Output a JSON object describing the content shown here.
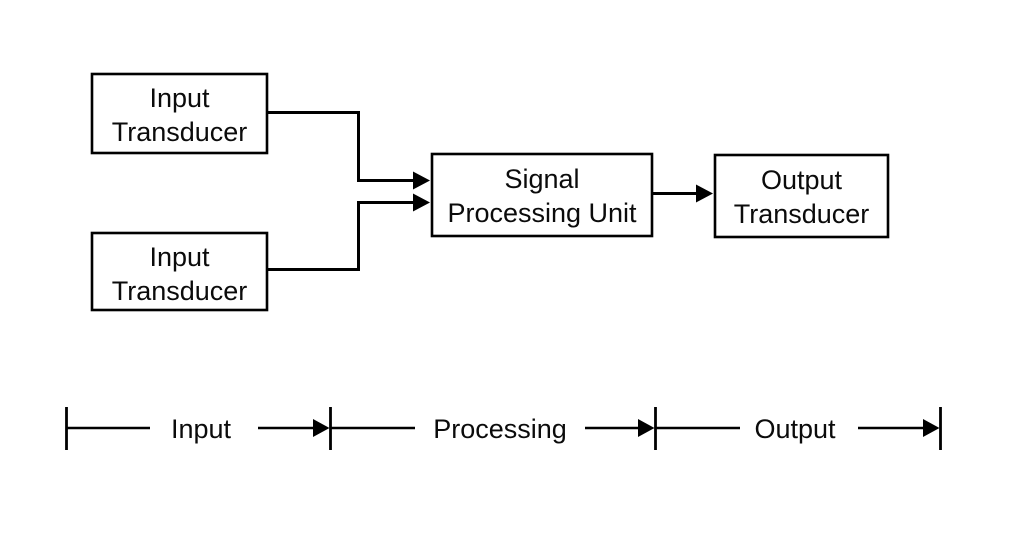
{
  "diagram": {
    "boxes": {
      "input_transducer_1": {
        "line1": "Input",
        "line2": "Transducer"
      },
      "input_transducer_2": {
        "line1": "Input",
        "line2": "Transducer"
      },
      "signal_processing_unit": {
        "line1": "Signal",
        "line2": "Processing Unit"
      },
      "output_transducer": {
        "line1": "Output",
        "line2": "Transducer"
      }
    },
    "connections": [
      {
        "from": "input_transducer_1",
        "to": "signal_processing_unit"
      },
      {
        "from": "input_transducer_2",
        "to": "signal_processing_unit"
      },
      {
        "from": "signal_processing_unit",
        "to": "output_transducer"
      }
    ],
    "timeline": {
      "stages": [
        {
          "label": "Input"
        },
        {
          "label": "Processing"
        },
        {
          "label": "Output"
        }
      ]
    },
    "colors": {
      "stroke": "#000000",
      "background": "#ffffff",
      "box_fill": "#ffffff"
    }
  }
}
